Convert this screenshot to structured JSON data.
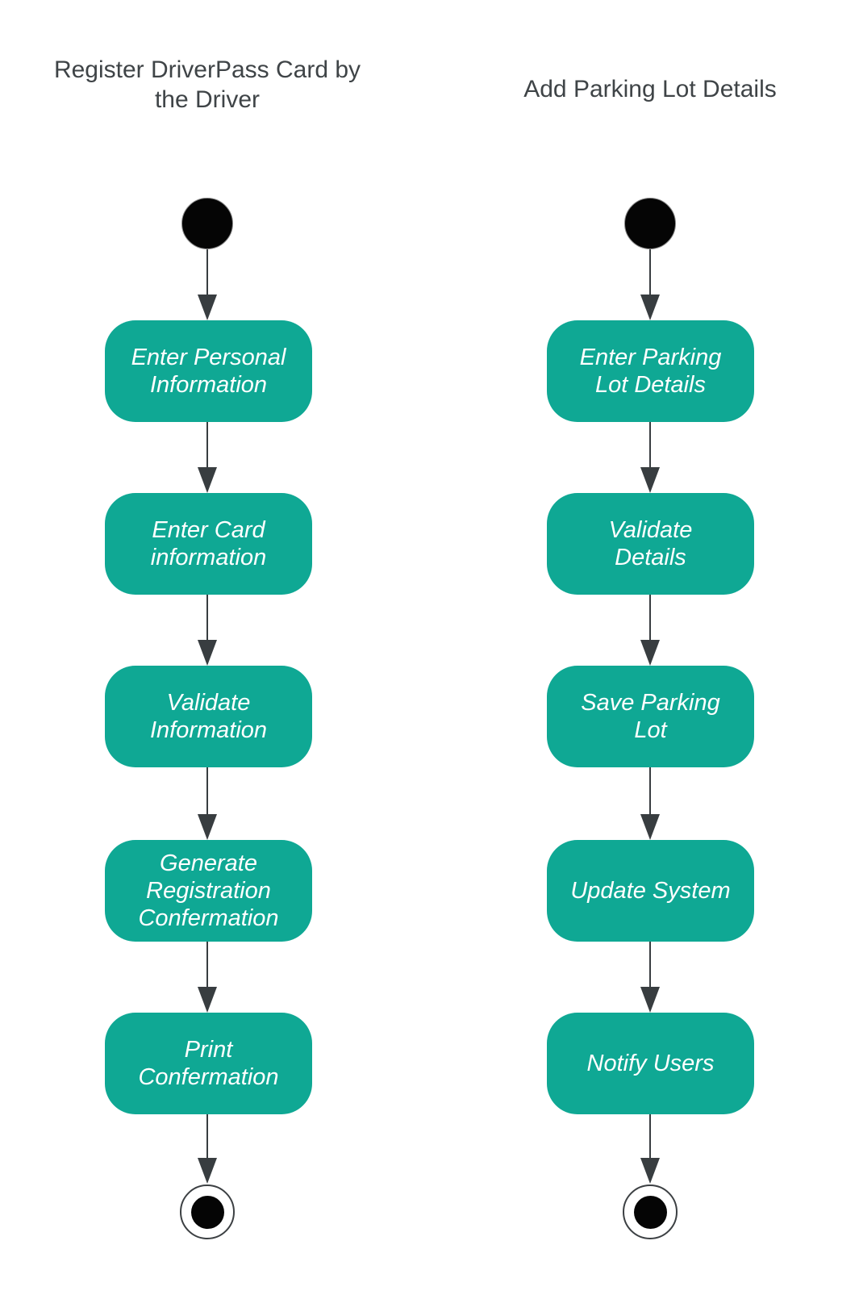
{
  "diagram": {
    "type": "uml-activity-diagram",
    "shape_fill": "#0fa894",
    "shape_text_color": "#ffffff",
    "title_color": "#3f4447",
    "line_color": "#383d40",
    "start_node_color": "#050505",
    "end_node_color": "#050505"
  },
  "flows": [
    {
      "title": "Register DriverPass Card by\nthe Driver",
      "nodes": [
        "Enter Personal\nInformation",
        "Enter Card\ninformation",
        "Validate\nInformation",
        "Generate\nRegistration\nConfermation",
        "Print\nConfermation"
      ]
    },
    {
      "title": "Add Parking Lot Details",
      "nodes": [
        "Enter Parking\nLot Details",
        "Validate\nDetails",
        "Save Parking\nLot",
        "Update System",
        "Notify Users"
      ]
    }
  ]
}
